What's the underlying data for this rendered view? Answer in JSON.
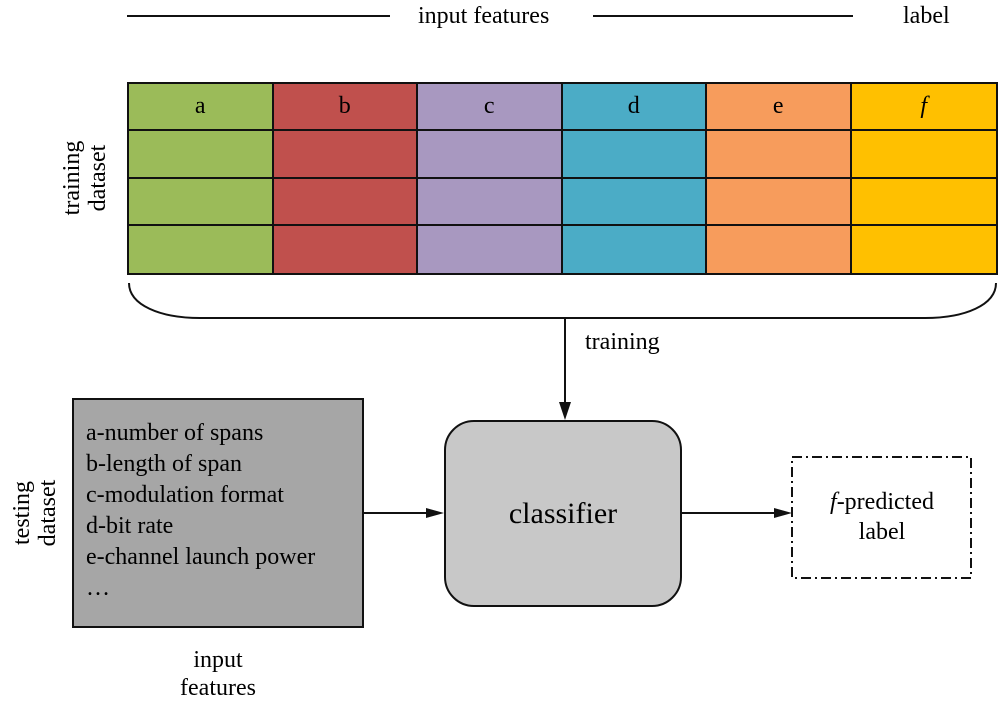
{
  "header": {
    "input_features_label": "input features",
    "label_label": "label"
  },
  "training": {
    "side_label_line1": "training",
    "side_label_line2": "dataset",
    "columns": [
      {
        "name": "a",
        "color": "#9bbb59",
        "italic": false
      },
      {
        "name": "b",
        "color": "#c0504d",
        "italic": false
      },
      {
        "name": "c",
        "color": "#a898c0",
        "italic": false
      },
      {
        "name": "d",
        "color": "#4bacc6",
        "italic": false
      },
      {
        "name": "e",
        "color": "#f79c5c",
        "italic": false
      },
      {
        "name": "f",
        "color": "#ffc000",
        "italic": true
      }
    ],
    "data_rows": 3,
    "arrow_label": "training"
  },
  "testing": {
    "side_label_line1": "testing",
    "side_label_line2": "dataset",
    "features": [
      "a-number of spans",
      "b-length of span",
      "c-modulation format",
      "d-bit rate",
      "e-channel launch power",
      "…"
    ],
    "below_label_line1": "input",
    "below_label_line2": "features",
    "box_color": "#a6a6a6"
  },
  "classifier": {
    "label": "classifier",
    "color": "#c8c8c8"
  },
  "output": {
    "label_prefix": "f",
    "label_rest": "-predicted",
    "label_line2": "label"
  }
}
